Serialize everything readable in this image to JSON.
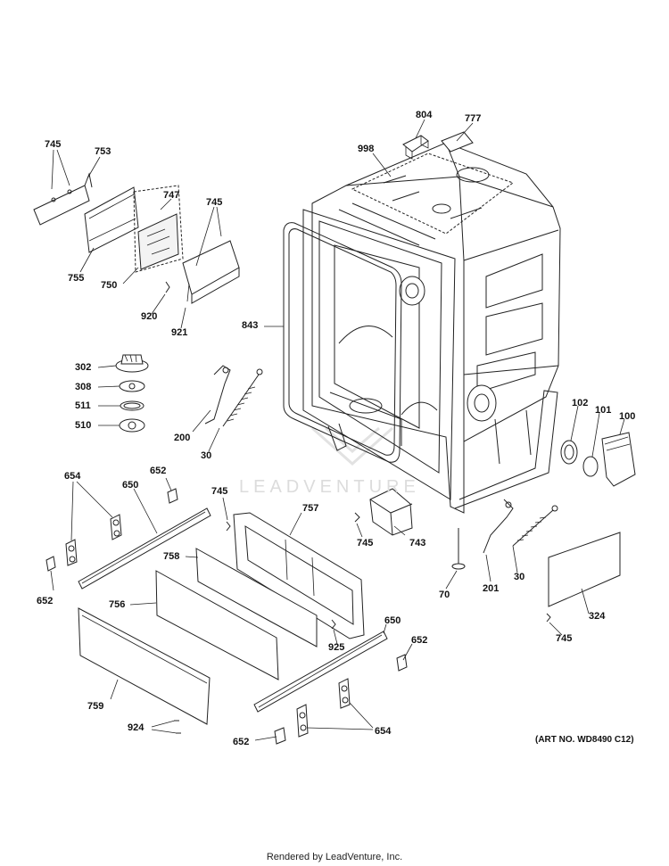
{
  "callouts": {
    "c745a": "745",
    "c753": "753",
    "c747": "747",
    "c745b": "745",
    "c755": "755",
    "c750": "750",
    "c920": "920",
    "c921": "921",
    "c804": "804",
    "c777": "777",
    "c998": "998",
    "c843": "843",
    "c302": "302",
    "c308": "308",
    "c511": "511",
    "c510": "510",
    "c200": "200",
    "c30a": "30",
    "c102": "102",
    "c101": "101",
    "c100": "100",
    "c654a": "654",
    "c652a": "652",
    "c650a": "650",
    "c745c": "745",
    "c757": "757",
    "c652b": "652",
    "c758": "758",
    "c756": "756",
    "c745d": "745",
    "c743": "743",
    "c70": "70",
    "c201": "201",
    "c30b": "30",
    "c324": "324",
    "c745e": "745",
    "c650b": "650",
    "c925": "925",
    "c652c": "652",
    "c759": "759",
    "c924": "924",
    "c652d": "652",
    "c654b": "654"
  },
  "art_number": "(ART NO. WD8490 C12)",
  "footer": "Rendered by LeadVenture, Inc.",
  "watermark": "LEADVENTURE"
}
